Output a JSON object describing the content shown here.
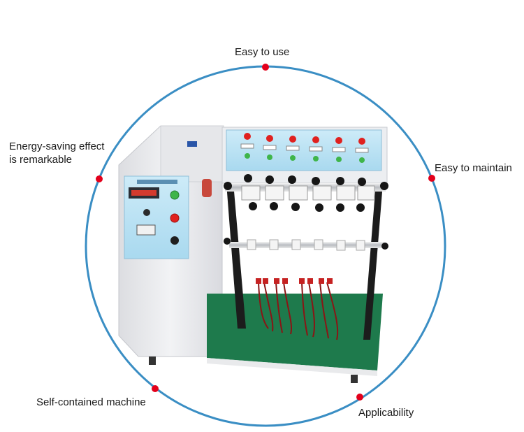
{
  "features": {
    "top": "Easy to use",
    "left_line1": "Energy-saving effect",
    "left_line2": "is remarkable",
    "right": "Easy to maintain",
    "bottom_left": "Self-contained machine",
    "bottom_right": "Applicability"
  },
  "colors": {
    "circle": "#3a8ec4",
    "marker": "#e3001b",
    "machine_body": "#ecedf0",
    "control_panel": "#bfe4f5",
    "base": "#1e7a4c",
    "button_red": "#e0211f",
    "button_green": "#3fb54a"
  },
  "icons": [
    "red-dot-marker",
    "cable-bending-test-machine"
  ]
}
